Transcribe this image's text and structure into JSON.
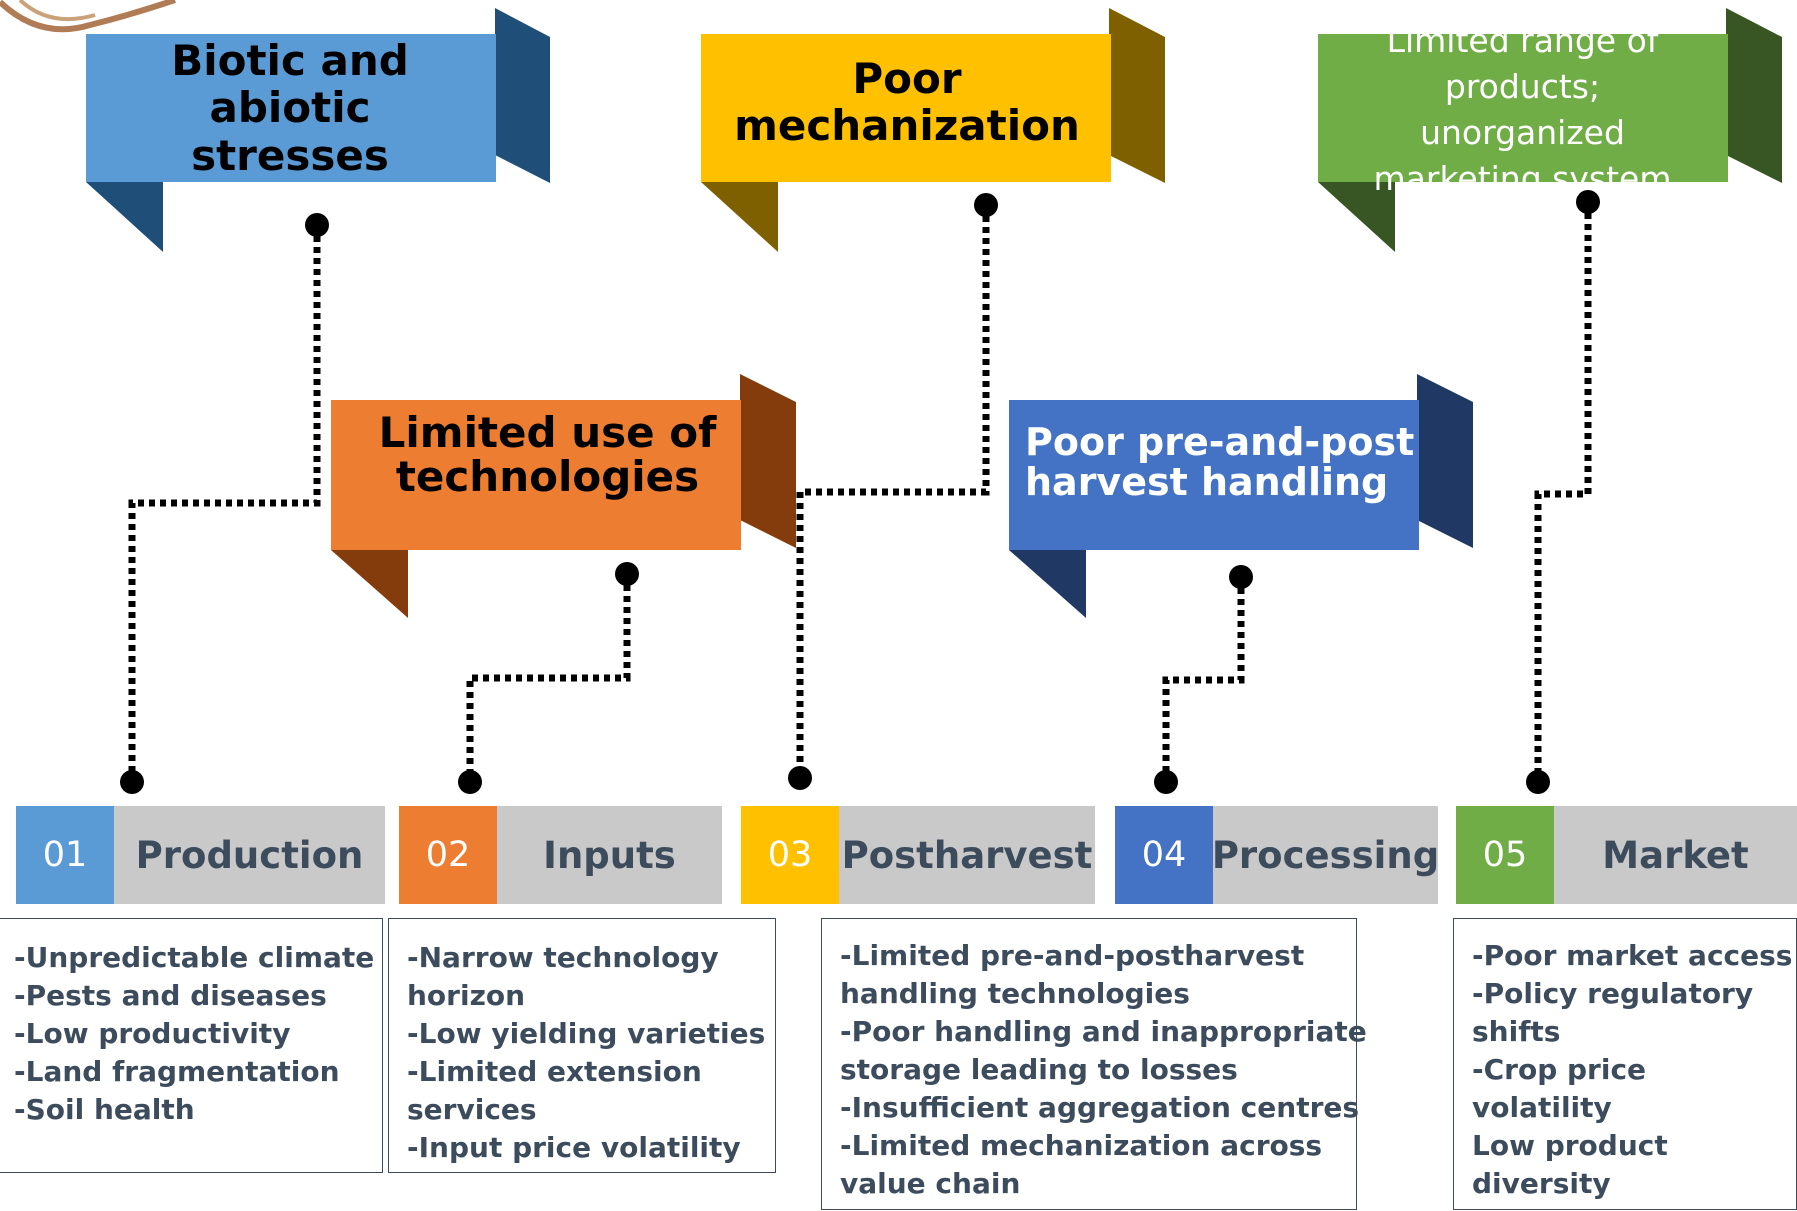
{
  "ribbons": {
    "biotic": {
      "label": "Biotic and abiotic stresses",
      "color": "#5b9bd5",
      "fold": "#1f4e79"
    },
    "mechanization": {
      "label": "Poor mechanization",
      "color": "#ffc000",
      "fold": "#7f6000"
    },
    "marketing": {
      "label": "Limited range of products; unorganized marketing system",
      "color": "#70ad47",
      "fold": "#375623"
    },
    "technologies": {
      "label": "Limited use of technologies",
      "color": "#ed7d31",
      "fold": "#843c0c"
    },
    "handling": {
      "label": "Poor pre-and-post harvest handling",
      "color": "#4472c4",
      "fold": "#203864"
    }
  },
  "stages": [
    {
      "number": "01",
      "label": "Production",
      "color": "#5b9bd5",
      "issues": [
        "-Unpredictable climate",
        "-Pests and diseases",
        "-Low productivity",
        "-Land fragmentation",
        "-Soil health"
      ]
    },
    {
      "number": "02",
      "label": "Inputs",
      "color": "#ed7d31",
      "issues": [
        "-Narrow technology",
        "horizon",
        "-Low yielding varieties",
        "-Limited extension",
        "services",
        "-Input price volatility"
      ]
    },
    {
      "number": "03",
      "label": "Postharvest",
      "color": "#ffc000",
      "issues": [
        "-Limited pre-and-postharvest",
        "handling technologies",
        "-Poor handling and inappropriate",
        "storage leading to losses",
        "-Insufficient aggregation centres",
        "-Limited mechanization across",
        "value chain"
      ]
    },
    {
      "number": "04",
      "label": "Processing",
      "color": "#4472c4",
      "issues": []
    },
    {
      "number": "05",
      "label": "Market",
      "color": "#70ad47",
      "issues": [
        "-Poor market access",
        "-Policy regulatory",
        "shifts",
        "-Crop price",
        "volatility",
        "Low product",
        "diversity"
      ]
    }
  ],
  "connector_color": "#000000"
}
